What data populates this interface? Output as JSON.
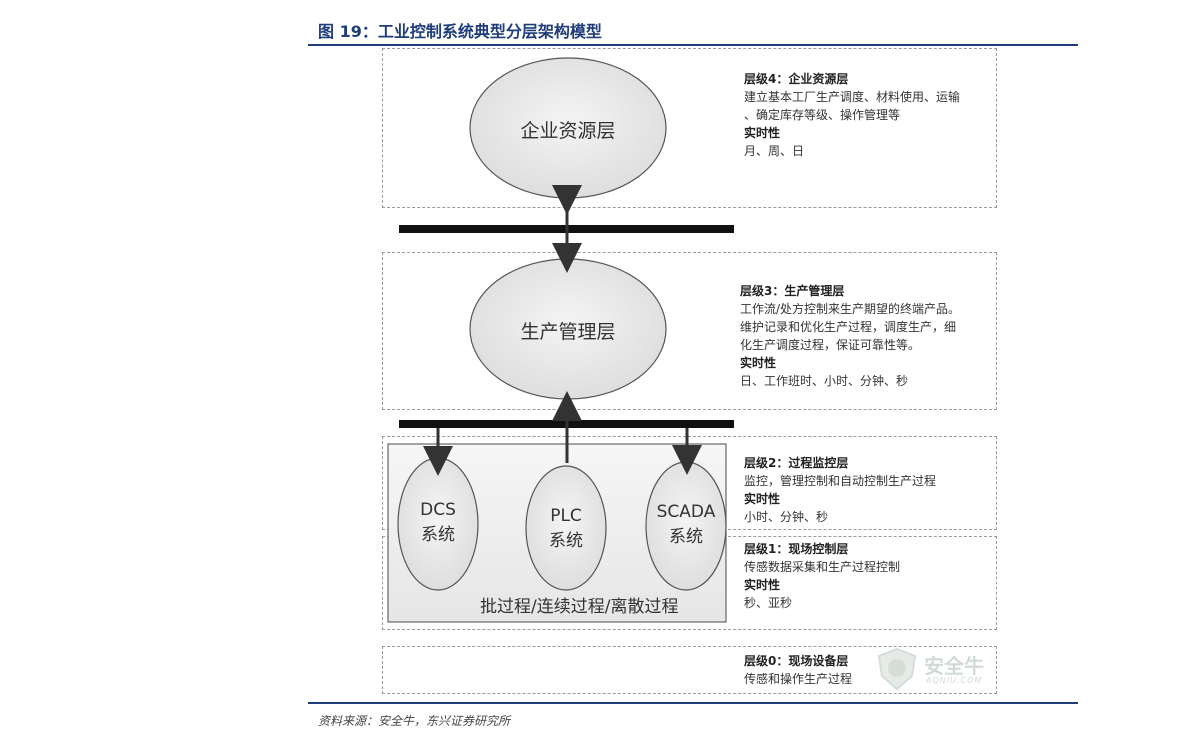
{
  "figure": {
    "title": "图 19：工业控制系统典型分层架构模型",
    "source": "资料来源：安全牛，东兴证券研究所"
  },
  "layers": {
    "l4": {
      "node": "企业资源层",
      "heading": "层级4：企业资源层",
      "desc_lines": [
        "建立基本工厂生产调度、材料使用、运输",
        "、确定库存等级、操作管理等"
      ],
      "rt_heading": "实时性",
      "rt_value": "月、周、日"
    },
    "l3": {
      "node": "生产管理层",
      "heading": "层级3：生产管理层",
      "desc_lines": [
        "工作流/处方控制来生产期望的终端产品。",
        "维护记录和优化生产过程，调度生产，细",
        "化生产调度过程，保证可靠性等。"
      ],
      "rt_heading": "实时性",
      "rt_value": "日、工作班时、小时、分钟、秒"
    },
    "l2": {
      "heading": "层级2：过程监控层",
      "desc_lines": [
        "监控，管理控制和自动控制生产过程"
      ],
      "rt_heading": "实时性",
      "rt_value": "小时、分钟、秒"
    },
    "l1": {
      "heading": "层级1：现场控制层",
      "desc_lines": [
        "传感数据采集和生产过程控制"
      ],
      "rt_heading": "实时性",
      "rt_value": "秒、亚秒"
    },
    "l0": {
      "heading": "层级0：现场设备层",
      "desc_lines": [
        "传感和操作生产过程"
      ]
    }
  },
  "systems": {
    "dcs": [
      "DCS",
      "系统"
    ],
    "plc": [
      "PLC",
      "系统"
    ],
    "scada": [
      "SCADA",
      "系统"
    ],
    "process_label": "批过程/连续过程/离散过程"
  },
  "watermark": {
    "text": "安全牛",
    "sub": "AQNIU.COM"
  }
}
